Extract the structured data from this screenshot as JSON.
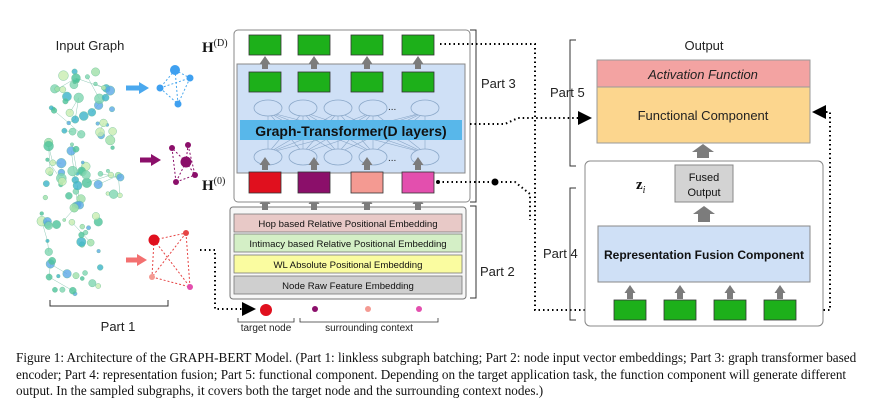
{
  "part1": {
    "title": "Input Graph",
    "label": "Part 1",
    "target_node_label": "target node",
    "context_label": "surrounding context"
  },
  "part2": {
    "label": "Part 2",
    "embeddings": [
      "Hop based Relative Positional Embedding",
      "Intimacy based Relative Positional Embedding",
      "WL Absolute Positional Embedding",
      "Node Raw Feature Embedding"
    ]
  },
  "part3": {
    "label": "Part 3",
    "h_top": "H",
    "h_top_sup": "(D)",
    "h_bottom": "H",
    "h_bottom_sup": "(0)",
    "transformer_label": "Graph-Transformer(D layers)",
    "ellipsis": "..."
  },
  "part4": {
    "label": "Part 4",
    "fusion_label": "Representation Fusion Component",
    "fused_line1": "Fused",
    "fused_line2": "Output",
    "z_symbol": "z",
    "z_sub": "i"
  },
  "part5": {
    "label": "Part 5",
    "output_label": "Output",
    "activation_label": "Activation Function",
    "functional_label": "Functional Component"
  },
  "caption": "Figure 1: Architecture of the GRAPH-BERT Model. (Part 1: linkless subgraph batching; Part 2: node input vector embeddings; Part 3: graph transformer based encoder; Part 4: representation fusion; Part 5: functional component. Depending on the target application task, the function component will generate different output. In the sampled subgraphs, it covers both the target node and the surrounding context nodes.)",
  "colors": {
    "green_node": "#1db01a",
    "transformer_bg": "#cfe0f6",
    "transformer_band": "#58b7ea",
    "hop_embedding": "#e8c9c7",
    "intimacy_embedding": "#d4efc6",
    "wl_embedding": "#fafca0",
    "raw_embedding": "#cfcfcf",
    "target_red": "#e0101e",
    "context_purple": "#8b0f6a",
    "context_salmon": "#f49a92",
    "context_pink": "#e34fae",
    "activation_box": "#f3a3a2",
    "functional_box": "#fcd68e",
    "fusion_box": "#cfe0f6",
    "fused_box": "#d3d3d3",
    "arrow_gray": "#7c7c7c"
  }
}
